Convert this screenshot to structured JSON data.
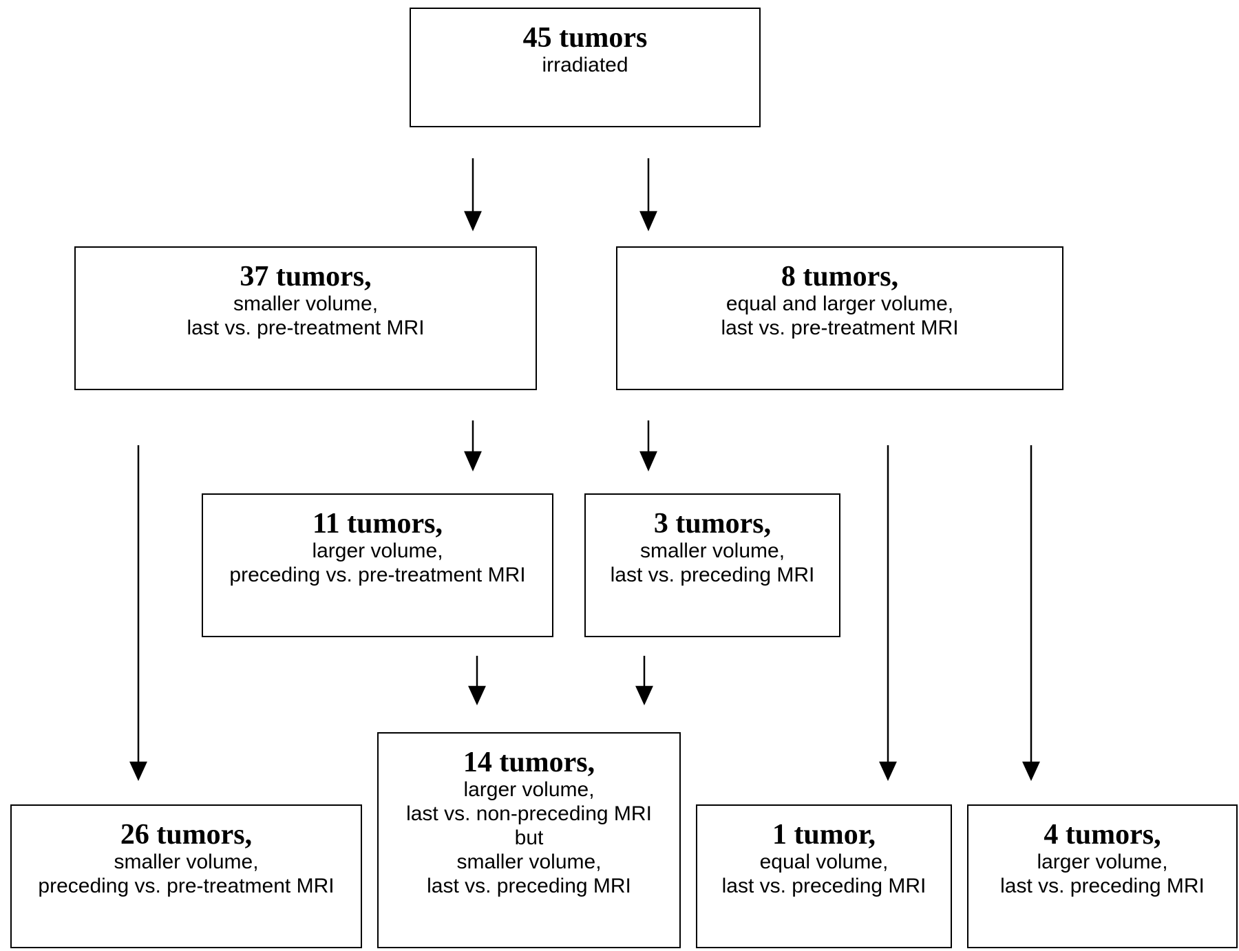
{
  "colors": {
    "stroke": "#000000",
    "background": "#ffffff"
  },
  "boxes": {
    "root": {
      "head": "45 tumors",
      "lines": [
        "irradiated"
      ]
    },
    "smaller_37": {
      "head": "37 tumors,",
      "lines": [
        "smaller volume,",
        "last vs. pre-treatment MRI"
      ]
    },
    "equal_larger_8": {
      "head": "8 tumors,",
      "lines": [
        "equal and larger volume,",
        "last vs. pre-treatment MRI"
      ]
    },
    "larger_11": {
      "head": "11 tumors,",
      "lines": [
        "larger volume,",
        "preceding vs. pre-treatment MRI"
      ]
    },
    "smaller_3": {
      "head": "3 tumors,",
      "lines": [
        "smaller volume,",
        "last vs. preceding MRI"
      ]
    },
    "smaller_26": {
      "head": "26 tumors,",
      "lines": [
        "smaller volume,",
        "preceding vs. pre-treatment MRI"
      ]
    },
    "combined_14": {
      "head": "14 tumors,",
      "lines": [
        "larger volume,",
        "last vs. non-preceding MRI",
        "but",
        "smaller volume,",
        "last vs. preceding MRI"
      ]
    },
    "equal_1": {
      "head": "1 tumor,",
      "lines": [
        "equal volume,",
        "last vs. preceding MRI"
      ]
    },
    "larger_4": {
      "head": "4 tumors,",
      "lines": [
        "larger volume,",
        "last vs. preceding MRI"
      ]
    }
  }
}
